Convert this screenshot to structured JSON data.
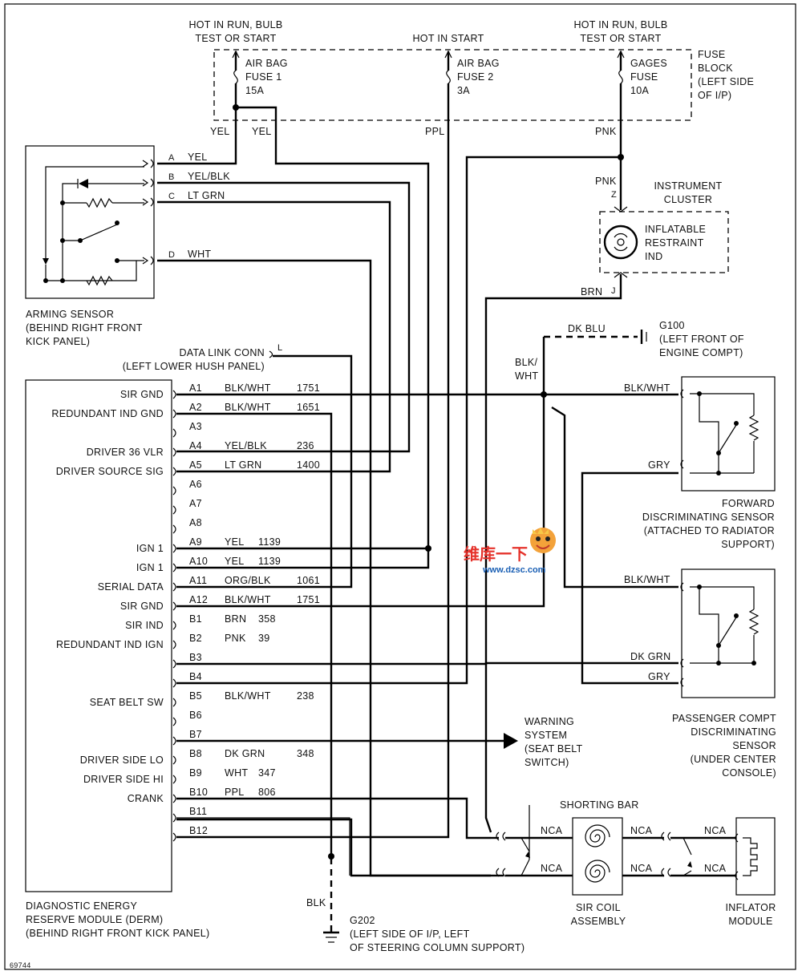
{
  "fuse_block": {
    "label": [
      "FUSE",
      "BLOCK",
      "(LEFT SIDE",
      "OF I/P)"
    ],
    "hot_labels": {
      "airbag1": [
        "HOT IN RUN, BULB",
        "TEST OR START"
      ],
      "airbag2": [
        "HOT IN START"
      ],
      "gages": [
        "HOT IN RUN, BULB",
        "TEST OR START"
      ]
    },
    "fuses": {
      "airbag1": [
        "AIR BAG",
        "FUSE 1",
        "15A"
      ],
      "airbag2": [
        "AIR BAG",
        "FUSE 2",
        "3A"
      ],
      "gages": [
        "GAGES",
        "FUSE",
        "10A"
      ]
    }
  },
  "wire_labels": {
    "yel1": "YEL",
    "yel2": "YEL",
    "ppl": "PPL",
    "pnk1": "PNK",
    "pnk2": "PNK",
    "brn": "BRN",
    "dk_blu": "DK BLU",
    "blk_wht": [
      "BLK/",
      "WHT"
    ],
    "blk": "BLK"
  },
  "arming_sensor": {
    "label": [
      "ARMING SENSOR",
      "(BEHIND RIGHT FRONT",
      "KICK PANEL)"
    ],
    "pins": [
      {
        "pin": "A",
        "wire": "YEL"
      },
      {
        "pin": "B",
        "wire": "YEL/BLK"
      },
      {
        "pin": "C",
        "wire": "LT GRN"
      },
      {
        "pin": "D",
        "wire": "WHT"
      }
    ]
  },
  "instrument_cluster": {
    "label": [
      "INSTRUMENT",
      "CLUSTER"
    ],
    "indicator": [
      "INFLATABLE",
      "RESTRAINT",
      "IND"
    ],
    "pin_z": "Z",
    "pin_j": "J"
  },
  "ground_g100": {
    "label": [
      "G100",
      "(LEFT FRONT OF",
      "ENGINE COMPT)"
    ]
  },
  "ground_g202": {
    "label": [
      "G202",
      "(LEFT SIDE OF I/P, LEFT",
      "OF STEERING COLUMN SUPPORT)"
    ]
  },
  "data_link": {
    "label": [
      "DATA LINK CONN",
      "(LEFT LOWER HUSH PANEL)"
    ],
    "pin": "L"
  },
  "derm": {
    "label": [
      "DIAGNOSTIC ENERGY",
      "RESERVE MODULE (DERM)",
      "(BEHIND RIGHT FRONT KICK PANEL)"
    ],
    "rows": [
      {
        "func": "SIR GND",
        "pin": "A1",
        "wire": "BLK/WHT",
        "circuit": "1751"
      },
      {
        "func": "REDUNDANT IND GND",
        "pin": "A2",
        "wire": "BLK/WHT",
        "circuit": "1651"
      },
      {
        "func": "",
        "pin": "A3",
        "wire": "",
        "circuit": ""
      },
      {
        "func": "DRIVER 36 VLR",
        "pin": "A4",
        "wire": "YEL/BLK",
        "circuit": "236"
      },
      {
        "func": "DRIVER SOURCE SIG",
        "pin": "A5",
        "wire": "LT GRN",
        "circuit": "1400"
      },
      {
        "func": "",
        "pin": "A6",
        "wire": "",
        "circuit": ""
      },
      {
        "func": "",
        "pin": "A7",
        "wire": "",
        "circuit": ""
      },
      {
        "func": "",
        "pin": "A8",
        "wire": "",
        "circuit": ""
      },
      {
        "func": "IGN 1",
        "pin": "A9",
        "wire": "YEL",
        "circuit": "1139"
      },
      {
        "func": "IGN 1",
        "pin": "A10",
        "wire": "YEL",
        "circuit": "1139"
      },
      {
        "func": "SERIAL DATA",
        "pin": "A11",
        "wire": "ORG/BLK",
        "circuit": "1061"
      },
      {
        "func": "SIR GND",
        "pin": "A12",
        "wire": "BLK/WHT",
        "circuit": "1751"
      },
      {
        "func": "SIR IND",
        "pin": "B1",
        "wire": "BRN",
        "circuit": "358"
      },
      {
        "func": "REDUNDANT IND IGN",
        "pin": "B2",
        "wire": "PNK",
        "circuit": "39"
      },
      {
        "func": "",
        "pin": "B3",
        "wire": "",
        "circuit": ""
      },
      {
        "func": "",
        "pin": "B4",
        "wire": "",
        "circuit": ""
      },
      {
        "func": "SEAT BELT SW",
        "pin": "B5",
        "wire": "BLK/WHT",
        "circuit": "238"
      },
      {
        "func": "",
        "pin": "B6",
        "wire": "",
        "circuit": ""
      },
      {
        "func": "",
        "pin": "B7",
        "wire": "",
        "circuit": ""
      },
      {
        "func": "DRIVER SIDE LO",
        "pin": "B8",
        "wire": "DK GRN",
        "circuit": "348"
      },
      {
        "func": "DRIVER SIDE HI",
        "pin": "B9",
        "wire": "WHT",
        "circuit": "347"
      },
      {
        "func": "CRANK",
        "pin": "B10",
        "wire": "PPL",
        "circuit": "806"
      },
      {
        "func": "",
        "pin": "B11",
        "wire": "",
        "circuit": ""
      },
      {
        "func": "",
        "pin": "B12",
        "wire": "",
        "circuit": ""
      }
    ]
  },
  "forward_sensor": {
    "label": [
      "FORWARD",
      "DISCRIMINATING SENSOR",
      "(ATTACHED TO RADIATOR",
      "SUPPORT)"
    ],
    "wires": [
      "BLK/WHT",
      "GRY"
    ]
  },
  "passenger_sensor": {
    "label": [
      "PASSENGER COMPT",
      "DISCRIMINATING",
      "SENSOR",
      "(UNDER CENTER",
      "CONSOLE)"
    ],
    "wires": [
      "BLK/WHT",
      "DK GRN",
      "GRY"
    ]
  },
  "warning_system": {
    "label": [
      "WARNING",
      "SYSTEM",
      "(SEAT BELT",
      "SWITCH)"
    ]
  },
  "sir_coil": {
    "label": [
      "SIR COIL",
      "ASSEMBLY"
    ],
    "shorting_bar": "SHORTING BAR",
    "nca": "NCA"
  },
  "inflator": {
    "label": [
      "INFLATOR",
      "MODULE"
    ]
  },
  "watermark": {
    "cn": "维库一下",
    "url": "www.dzsc.com"
  },
  "figure_id": "69744"
}
